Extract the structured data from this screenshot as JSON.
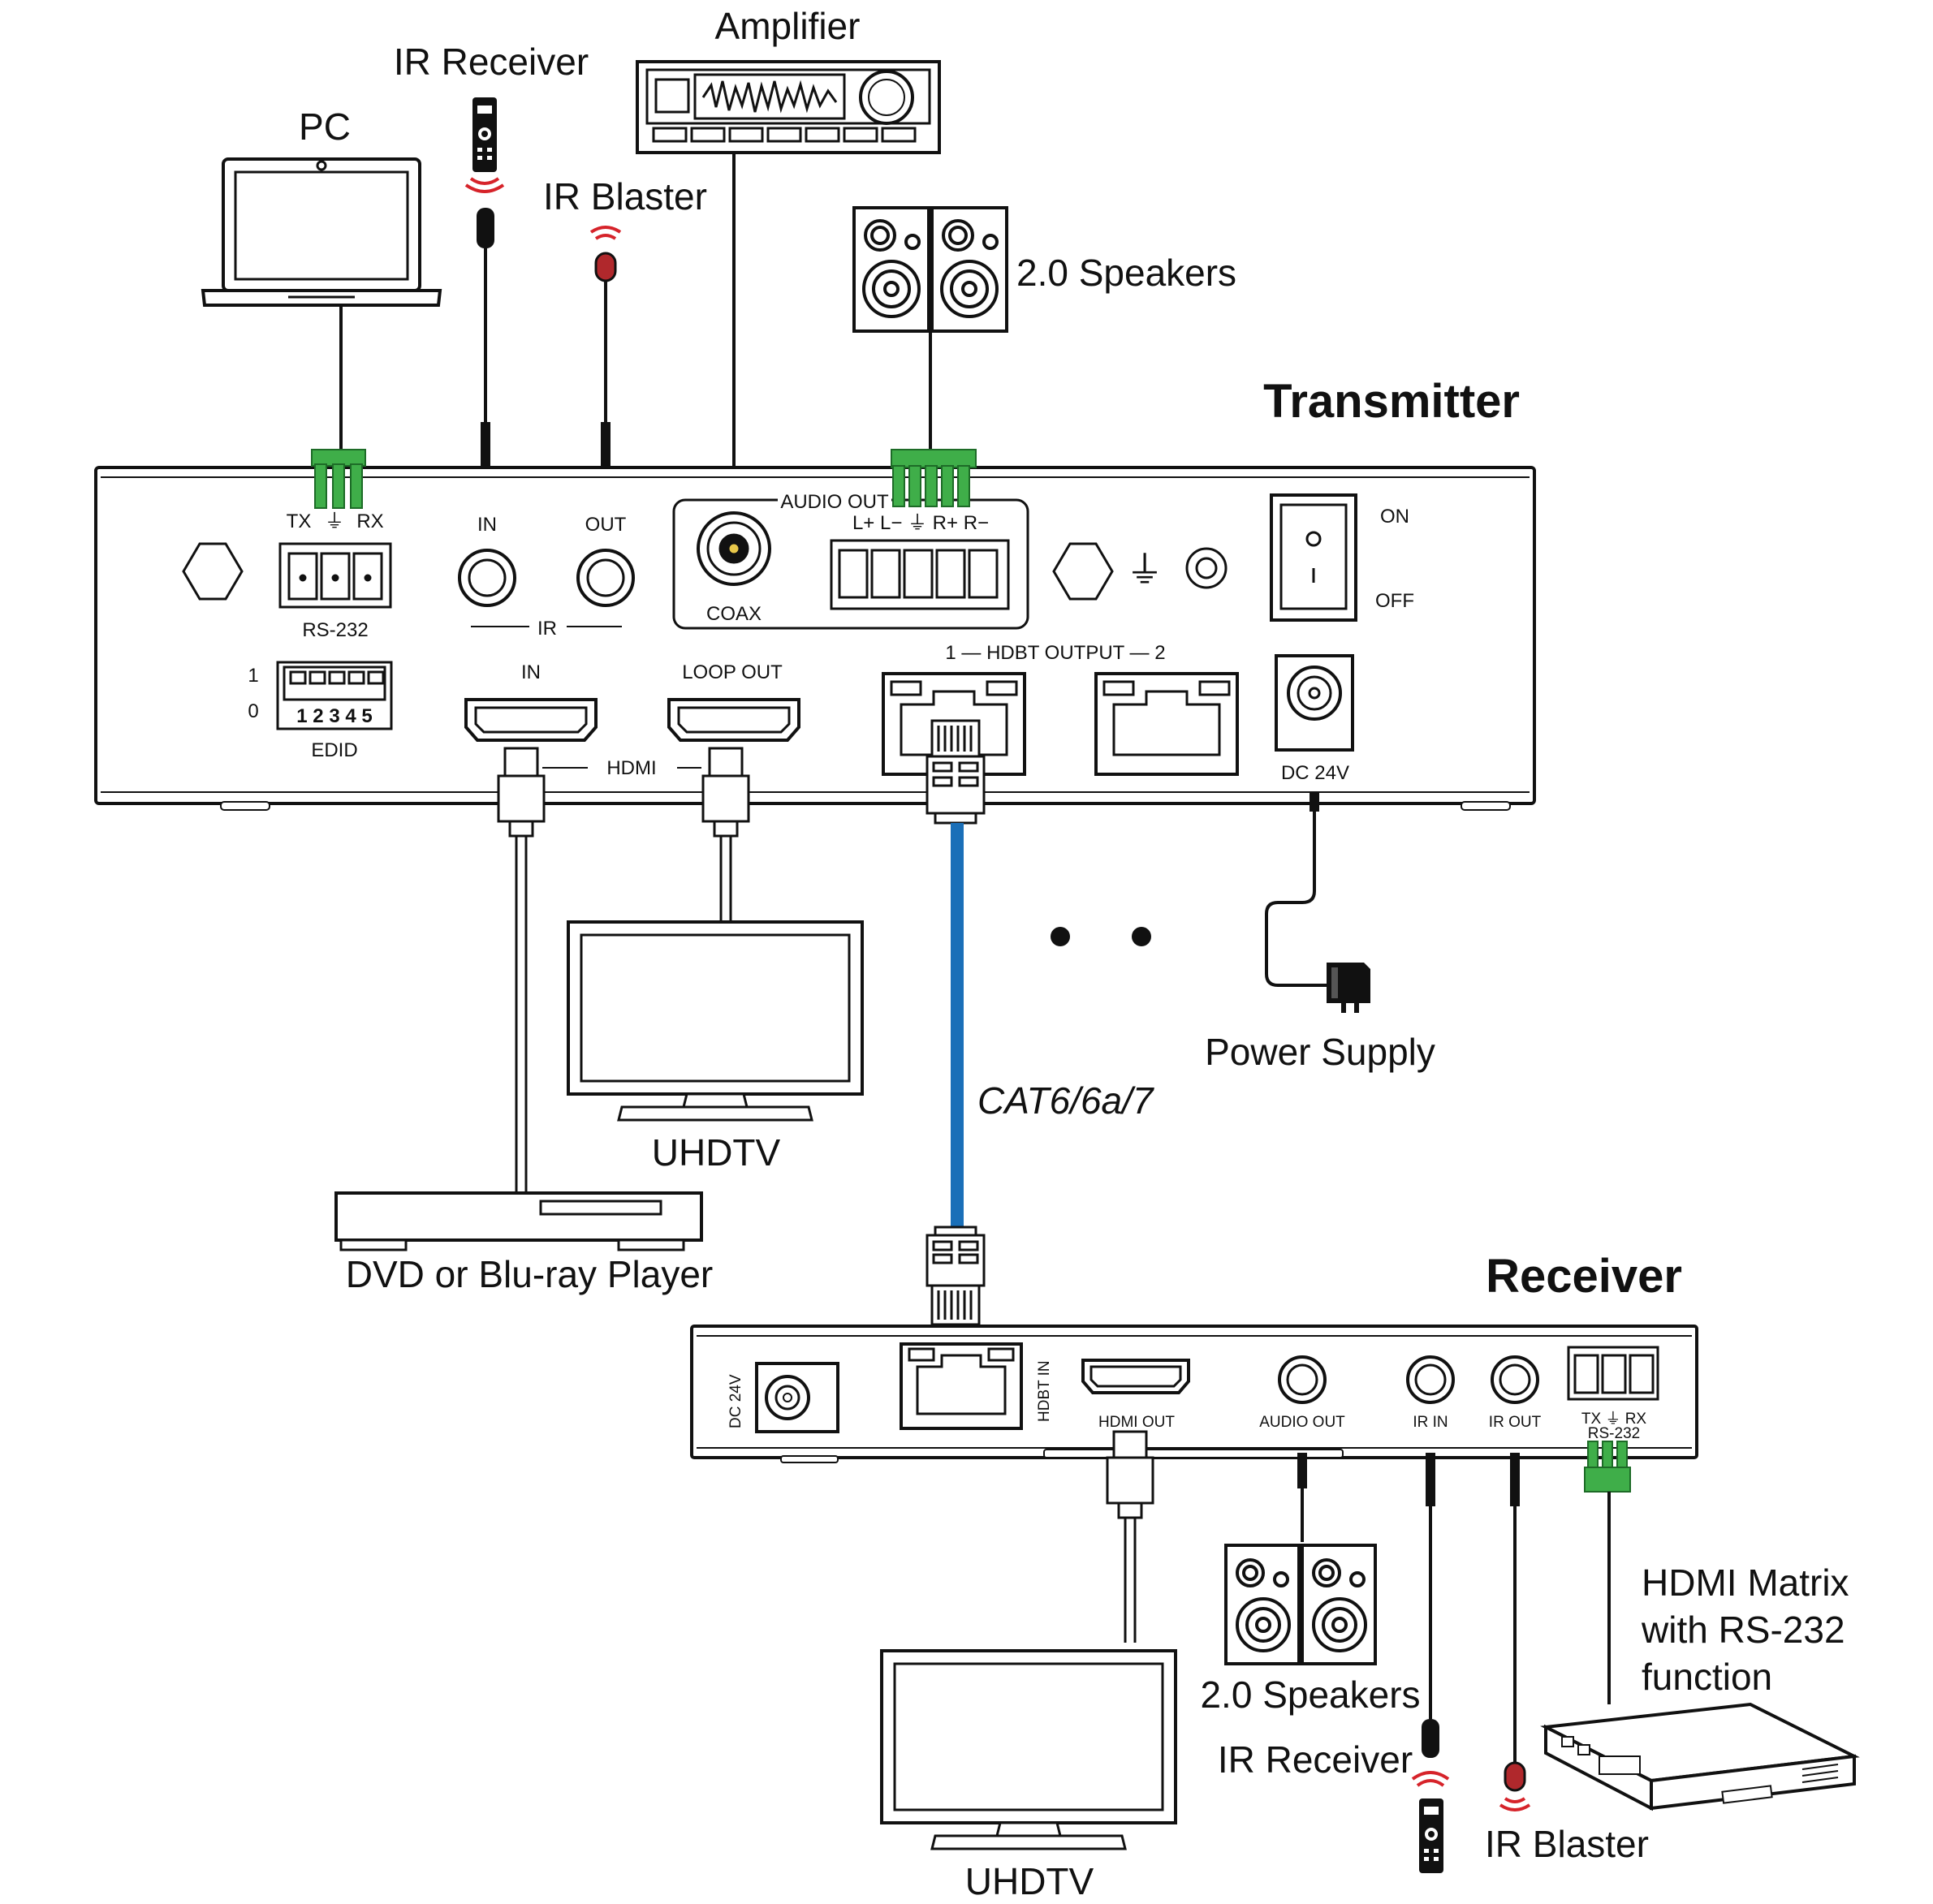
{
  "devices": {
    "pc": "PC",
    "ir_receiver_top": "IR Receiver",
    "ir_blaster_top": "IR Blaster",
    "amplifier": "Amplifier",
    "speakers_top": "2.0 Speakers",
    "power_supply": "Power Supply",
    "uhdtv_top": "UHDTV",
    "dvd_player": "DVD or Blu-ray Player",
    "cable": "CAT6/6a/7",
    "speakers_bottom": "2.0 Speakers",
    "ir_receiver_bottom": "IR Receiver",
    "ir_blaster_bottom": "IR Blaster",
    "uhdtv_bottom": "UHDTV",
    "matrix_line1": "HDMI Matrix",
    "matrix_line2": "with RS-232",
    "matrix_line3": "function"
  },
  "transmitter": {
    "title": "Transmitter",
    "rs232_tx": "TX",
    "rs232_rx": "RX",
    "rs232_label": "RS-232",
    "ir_in": "IN",
    "ir_out": "OUT",
    "ir_label": "IR",
    "audio_out": "AUDIO OUT",
    "audio_pins": "L+ L−  ⏚  R+ R−",
    "coax": "COAX",
    "on": "ON",
    "off": "OFF",
    "edid_1": "1",
    "edid_0": "0",
    "edid_numbers": "1 2 3 4 5",
    "edid_label": "EDID",
    "hdmi_in": "IN",
    "hdmi_loop": "LOOP OUT",
    "hdmi_label": "HDMI",
    "hdbt_output": "1 — HDBT OUTPUT — 2",
    "dc": "DC 24V"
  },
  "receiver": {
    "title": "Receiver",
    "dc": "DC 24V",
    "hdbt_in": "HDBT IN",
    "hdmi_out": "HDMI OUT",
    "audio_out": "AUDIO OUT",
    "ir_in": "IR IN",
    "ir_out": "IR OUT",
    "rs232_pins": "TX  ⏚  RX",
    "rs232_label": "RS-232"
  },
  "colors": {
    "cable_blue": "#1a6fb8",
    "terminal_green": "#3fae49",
    "ir_red": "#d6232a"
  }
}
